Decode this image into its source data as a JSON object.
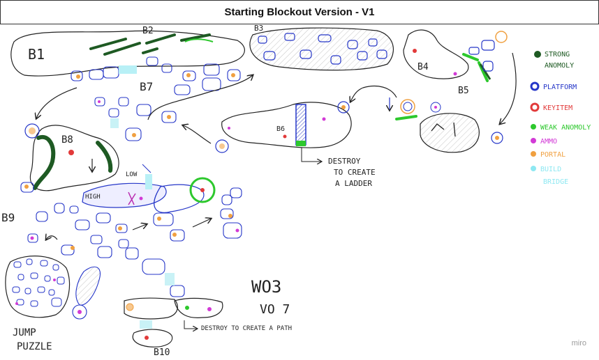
{
  "header": {
    "title": "Starting Blockout Version - V1"
  },
  "regions": {
    "b1": "B1",
    "b2": "B2",
    "b3": "B3",
    "b4": "B4",
    "b5": "B5",
    "b6": "B6",
    "b7": "B7",
    "b8": "B8",
    "b9": "B9",
    "b10": "B10"
  },
  "notes": {
    "destroy_ladder_1": "DESTROY",
    "destroy_ladder_2": "TO CREATE",
    "destroy_ladder_3": "A LADDER",
    "destroy_path": "DESTROY TO CREATE A PATH",
    "low": "LOW",
    "high": "HIGH",
    "wo3": "WO3",
    "vo7": "VO 7",
    "jump_1": "JUMP",
    "jump_2": "PUZZLE"
  },
  "legend": [
    {
      "label_1": "STRONG",
      "label_2": "ANOMOLY",
      "color": "#1e5a23",
      "icon": "dark-green-marker"
    },
    {
      "label_1": "PLATFORM",
      "label_2": "",
      "color": "#2536c8",
      "icon": "blue-marker"
    },
    {
      "label_1": "KEYITEM",
      "label_2": "",
      "color": "#e23a3a",
      "icon": "red-marker"
    },
    {
      "label_1": "WEAK ANOMOLY",
      "label_2": "",
      "color": "#2dc82d",
      "icon": "green-marker"
    },
    {
      "label_1": "AMMO",
      "label_2": "",
      "color": "#d23ad6",
      "icon": "magenta-marker"
    },
    {
      "label_1": "PORTAL",
      "label_2": "",
      "color": "#f0a040",
      "icon": "orange-marker"
    },
    {
      "label_1": "BUILD",
      "label_2": "BRIDGE",
      "color": "#8ee8f2",
      "icon": "cyan-marker"
    }
  ],
  "watermark": "miro"
}
